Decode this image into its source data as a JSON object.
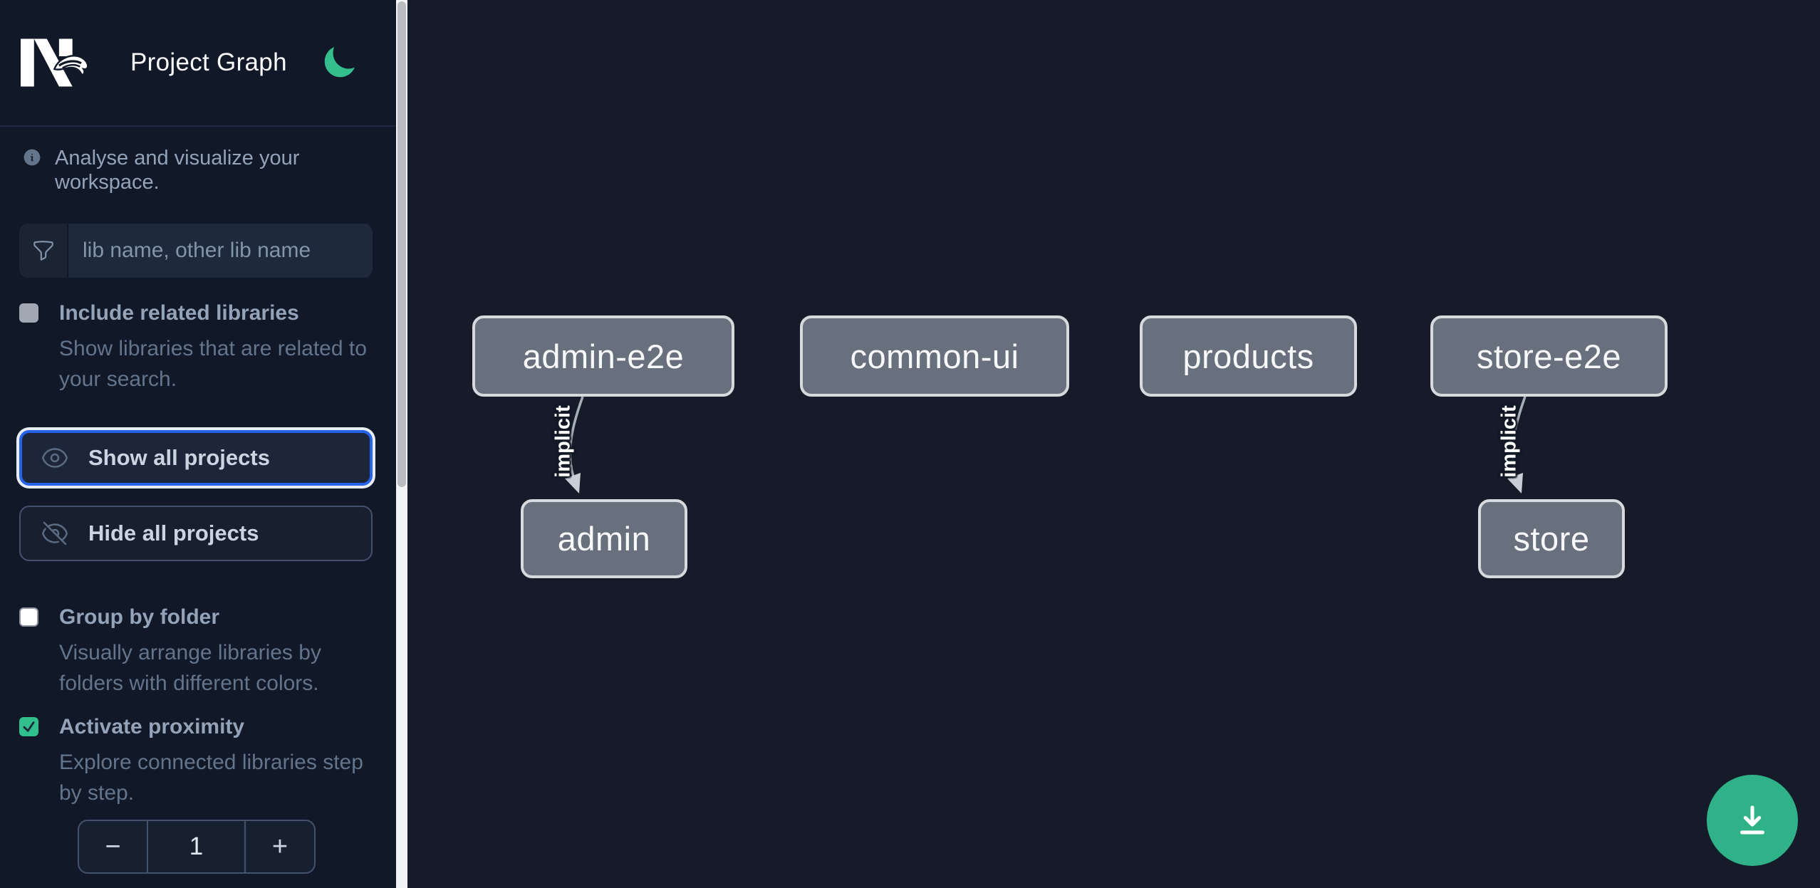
{
  "header": {
    "title": "Project Graph",
    "logo": "nx-logo",
    "theme_toggle": "moon-icon"
  },
  "sidebar": {
    "tagline": "Analyse and visualize your workspace.",
    "filter_placeholder": "lib name, other lib name",
    "options": [
      {
        "label": "Include related libraries",
        "description": "Show libraries that are related to your search.",
        "checked": false
      },
      {
        "label": "Group by folder",
        "description": "Visually arrange libraries by folders with different colors.",
        "checked": false
      },
      {
        "label": "Activate proximity",
        "description": "Explore connected libraries step by step.",
        "checked": true
      }
    ],
    "actions": [
      {
        "label": "Show all projects",
        "icon": "eye-icon",
        "focused": true
      },
      {
        "label": "Hide all projects",
        "icon": "eye-slash-icon",
        "focused": false
      }
    ],
    "stepper": {
      "decrement_label": "−",
      "value": "1",
      "increment_label": "+"
    }
  },
  "graph": {
    "nodes": [
      {
        "label": "admin-e2e"
      },
      {
        "label": "common-ui"
      },
      {
        "label": "products"
      },
      {
        "label": "store-e2e"
      },
      {
        "label": "admin"
      },
      {
        "label": "store"
      }
    ],
    "edges": [
      {
        "from": "admin-e2e",
        "to": "admin",
        "label": "implicit"
      },
      {
        "from": "store-e2e",
        "to": "store",
        "label": "implicit"
      }
    ]
  },
  "fab": {
    "icon": "download-icon"
  },
  "colors": {
    "sidebar_bg": "#111827",
    "canvas_bg": "#151b28",
    "accent_green": "#30b289",
    "moon_green": "#34bd8d",
    "checkbox_green": "#31c08d",
    "focus_blue": "#2563eb",
    "node_fill": "#68707e",
    "node_border": "#d6d9de",
    "edge_gray": "#a6aeb9",
    "label_slate": "#94a3b8",
    "description_slate": "#64748b",
    "button_text": "#cbd5e1"
  }
}
